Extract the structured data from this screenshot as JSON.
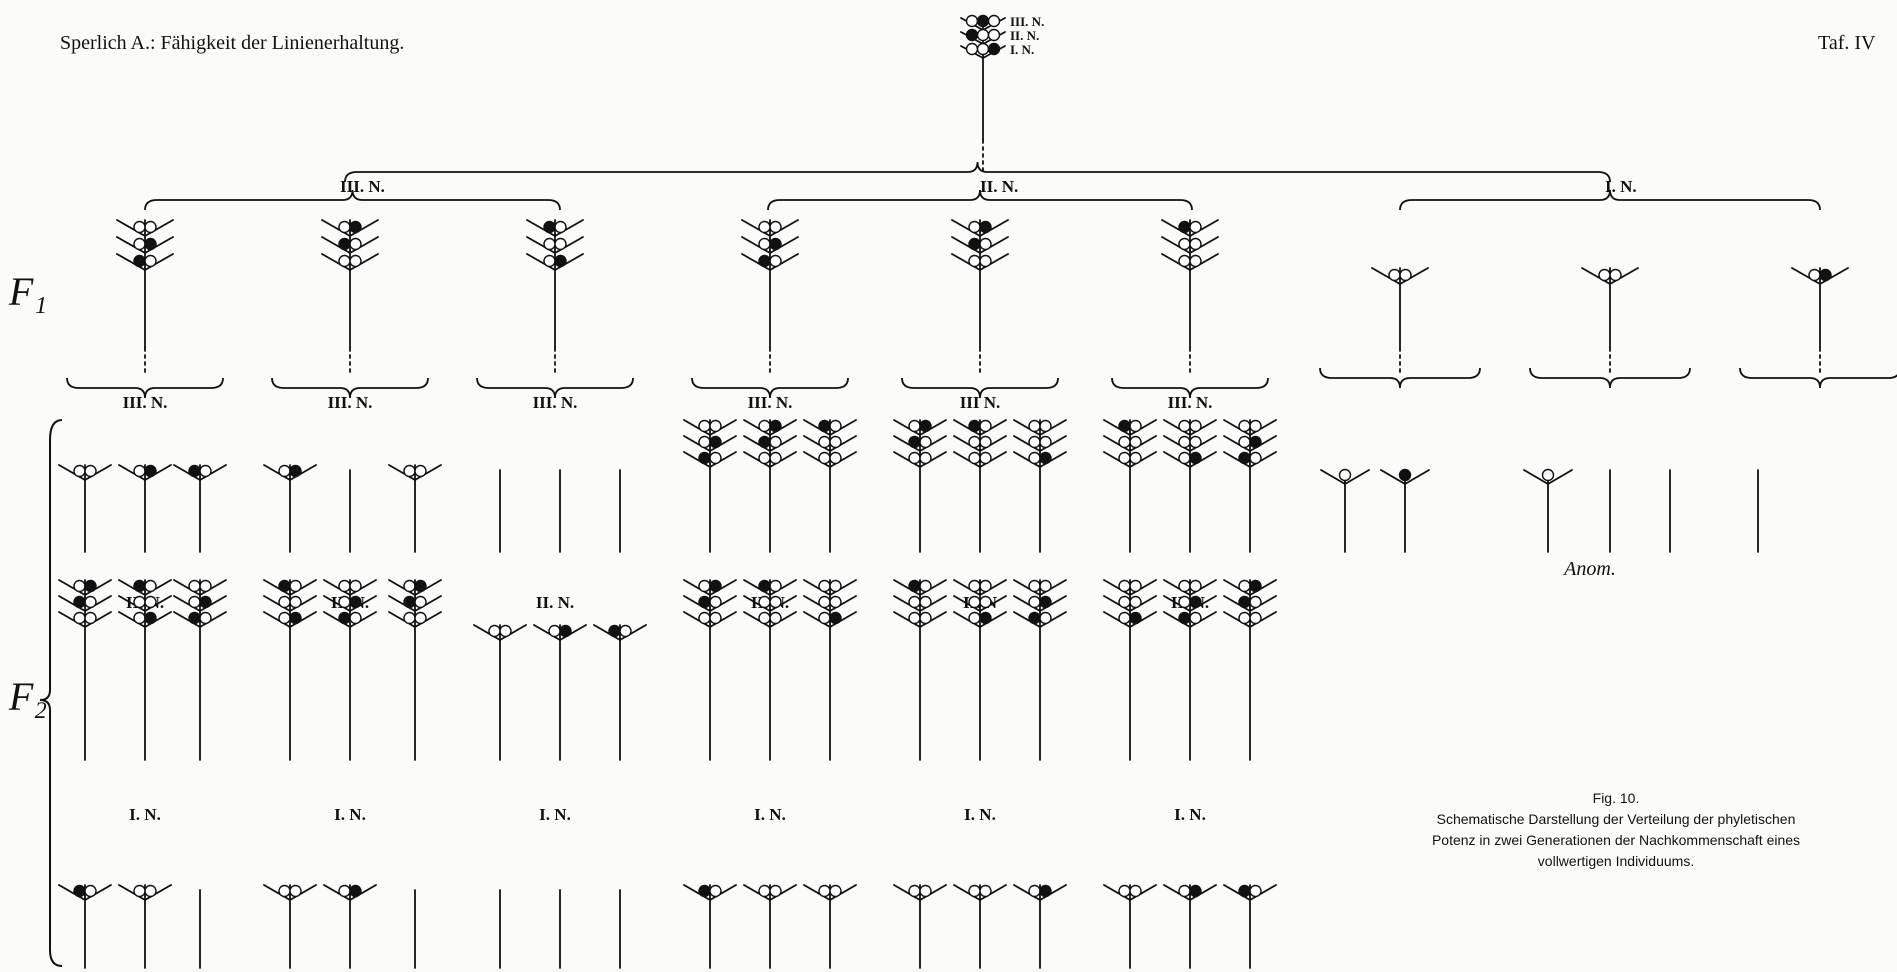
{
  "header": {
    "title": "Sperlich A.: Fähigkeit der Linienerhaltung.",
    "plate": "Taf. IV"
  },
  "generation_labels": {
    "f1": "F₁",
    "f2": "F₂"
  },
  "group_labels": {
    "g3": "III. N.",
    "g2": "II. N.",
    "g1": "I. N."
  },
  "parent_legend": [
    "III. N.",
    "II. N.",
    "I. N."
  ],
  "f1_plants": [
    {
      "type": "branched",
      "levels": 3
    },
    {
      "type": "branched",
      "levels": 3
    },
    {
      "type": "branched",
      "levels": 3
    },
    {
      "type": "branched",
      "levels": 3
    },
    {
      "type": "branched",
      "levels": 3
    },
    {
      "type": "branched",
      "levels": 3
    },
    {
      "type": "simple",
      "levels": 1
    },
    {
      "type": "simple",
      "levels": 1
    },
    {
      "type": "simple",
      "levels": 1
    }
  ],
  "f2_row_labels": [
    [
      "III. N.",
      "III. N.",
      "III. N.",
      "III. N.",
      "III N.",
      "III. N."
    ],
    [
      "II. N.",
      "II. N.",
      "II. N.",
      "II. N.",
      "II. N",
      "II. N."
    ],
    [
      "I. N.",
      "I. N.",
      "I. N.",
      "I. N.",
      "I. N.",
      "I. N."
    ]
  ],
  "anomaly_label": "Anom.",
  "figure_caption": {
    "number": "Fig. 10.",
    "lines": [
      "Schematische Darstellung der Verteilung der phyletischen",
      "Potenz in zwei Generationen der Nachkommenschaft eines",
      "vollwertigen Individuums."
    ]
  }
}
